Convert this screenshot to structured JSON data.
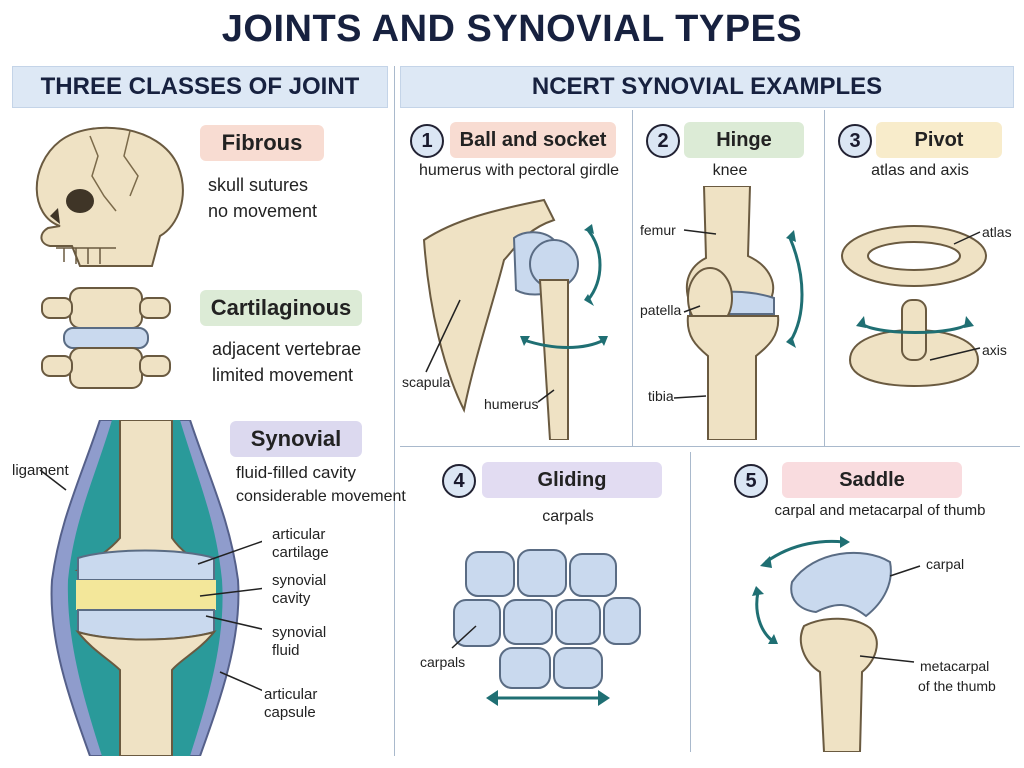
{
  "title": "JOINTS AND SYNOVIAL TYPES",
  "left": {
    "heading": "THREE CLASSES OF JOINT",
    "fibrous": {
      "name": "Fibrous",
      "line1": "skull sutures",
      "line2": "no movement"
    },
    "cartilaginous": {
      "name": "Cartilaginous",
      "line1": "adjacent vertebrae",
      "line2": "limited movement"
    },
    "synovial": {
      "name": "Synovial",
      "line1": "fluid-filled cavity",
      "line2": "considerable movement",
      "labels": {
        "ligament": "ligament",
        "articular_cartilage_1": "articular",
        "articular_cartilage_2": "cartilage",
        "synovial_cavity_1": "synovial",
        "synovial_cavity_2": "cavity",
        "synovial_fluid_1": "synovial",
        "synovial_fluid_2": "fluid",
        "articular_capsule_1": "articular",
        "articular_capsule_2": "capsule"
      }
    }
  },
  "right": {
    "heading": "NCERT SYNOVIAL EXAMPLES",
    "examples": [
      {
        "num": "1",
        "name": "Ball and socket",
        "desc": "humerus with pectoral girdle",
        "labels": {
          "a": "scapula",
          "b": "humerus"
        }
      },
      {
        "num": "2",
        "name": "Hinge",
        "desc": "knee",
        "labels": {
          "a": "femur",
          "b": "patella",
          "c": "tibia"
        }
      },
      {
        "num": "3",
        "name": "Pivot",
        "desc": "atlas and axis",
        "labels": {
          "a": "atlas",
          "b": "axis"
        }
      },
      {
        "num": "4",
        "name": "Gliding",
        "desc": "carpals",
        "labels": {
          "a": "carpals"
        }
      },
      {
        "num": "5",
        "name": "Saddle",
        "desc": "carpal and metacarpal of thumb",
        "labels": {
          "a": "carpal",
          "b": "metacarpal",
          "c": "of the thumb"
        }
      }
    ]
  },
  "colors": {
    "fibrous_pill": "#f8dcd2",
    "cartilaginous_pill": "#dcebd6",
    "synovial_pill": "#dcd9ef",
    "pivot_pill": "#f8eccb",
    "gliding_pill": "#e2dcf2",
    "saddle_pill": "#f9dcdf",
    "bone": "#efe2c4",
    "cartilage": "#c9d9ee",
    "arrow": "#1f6f73"
  }
}
